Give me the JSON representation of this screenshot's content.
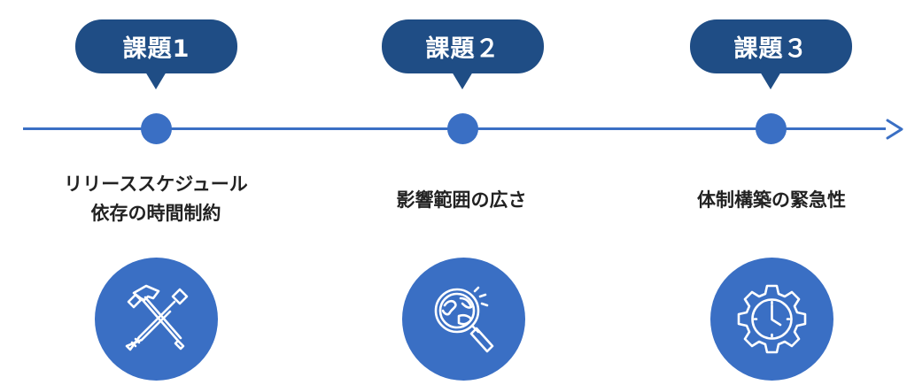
{
  "steps": [
    {
      "badge": "課題1",
      "caption_lines": [
        "リリーススケジュール",
        "依存の時間制約"
      ],
      "icon": "hammer-screwdriver-icon"
    },
    {
      "badge": "課題２",
      "caption_lines": [
        "影響範囲の広さ"
      ],
      "icon": "globe-magnifier-icon"
    },
    {
      "badge": "課題３",
      "caption_lines": [
        "体制構築の緊急性"
      ],
      "icon": "gear-clock-icon"
    }
  ],
  "colors": {
    "badge": "#1f4d85",
    "line": "#3a6fc4",
    "icon_bg": "#3a6fc4",
    "text": "#222222"
  }
}
